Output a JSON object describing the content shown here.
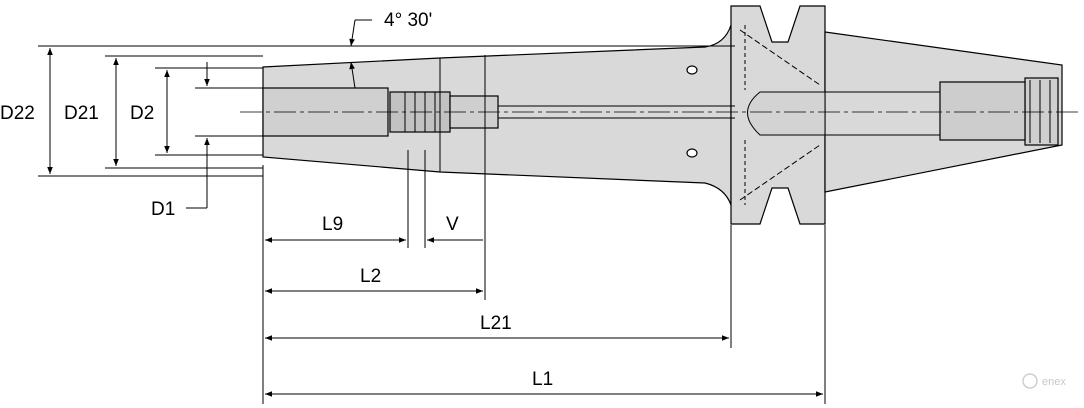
{
  "drawing": {
    "angle_label": "4° 30'",
    "labels": {
      "D22": "D22",
      "D21": "D21",
      "D2": "D2",
      "D1": "D1",
      "L9": "L9",
      "V": "V",
      "L2": "L2",
      "L21": "L21",
      "L1": "L1"
    },
    "watermark": "enex",
    "colors": {
      "body_fill": "#d9d9d9",
      "line": "#000000",
      "background": "#ffffff"
    }
  }
}
